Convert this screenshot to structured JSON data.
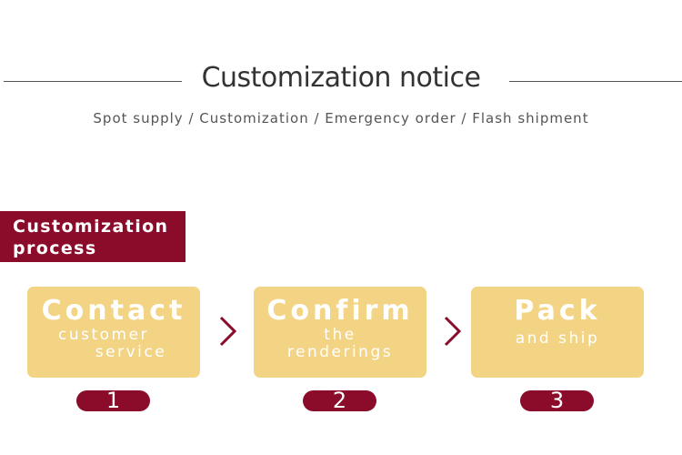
{
  "header": {
    "title": "Customization notice",
    "subtitle": "Spot supply / Customization / Emergency order / Flash shipment"
  },
  "process": {
    "banner_line1": "Customization",
    "banner_line2": "process",
    "steps": [
      {
        "title": "Contact",
        "sub1": "customer",
        "sub2": "service",
        "number": "1"
      },
      {
        "title": "Confirm",
        "sub1": "the",
        "sub2": "renderings",
        "number": "2"
      },
      {
        "title": "Pack",
        "sub1": "and ship",
        "number": "3"
      }
    ]
  },
  "colors": {
    "accent": "#8a0c2a",
    "card": "#f3d484",
    "text": "#333333"
  },
  "icons": [
    "chevron-right-icon"
  ]
}
